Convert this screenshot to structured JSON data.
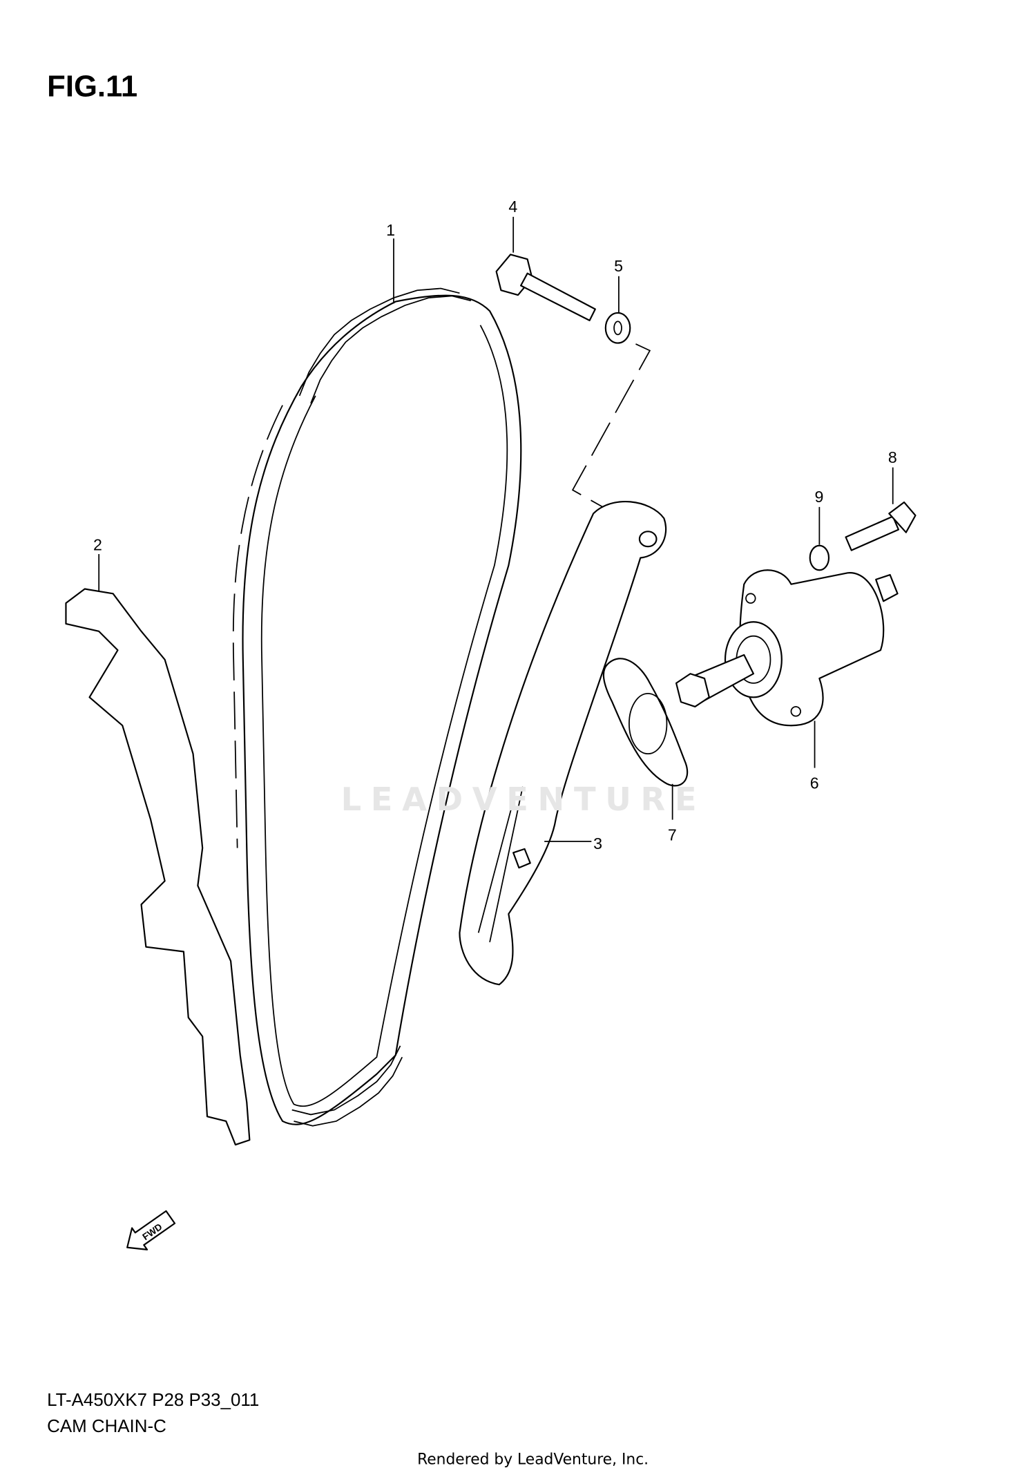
{
  "figure_title": "FIG.11",
  "callouts": [
    "1",
    "2",
    "3",
    "4",
    "5",
    "6",
    "7",
    "8",
    "9"
  ],
  "footer": {
    "model_code": "LT-A450XK7 P28 P33_011",
    "assembly_name": "CAM CHAIN-C",
    "rendered_by": "Rendered by LeadVenture, Inc."
  },
  "watermark": "LEADVENTURE",
  "direction_marker": "FWD",
  "colors": {
    "line": "#000000",
    "background": "#ffffff",
    "watermark": "#e6e6e6"
  }
}
